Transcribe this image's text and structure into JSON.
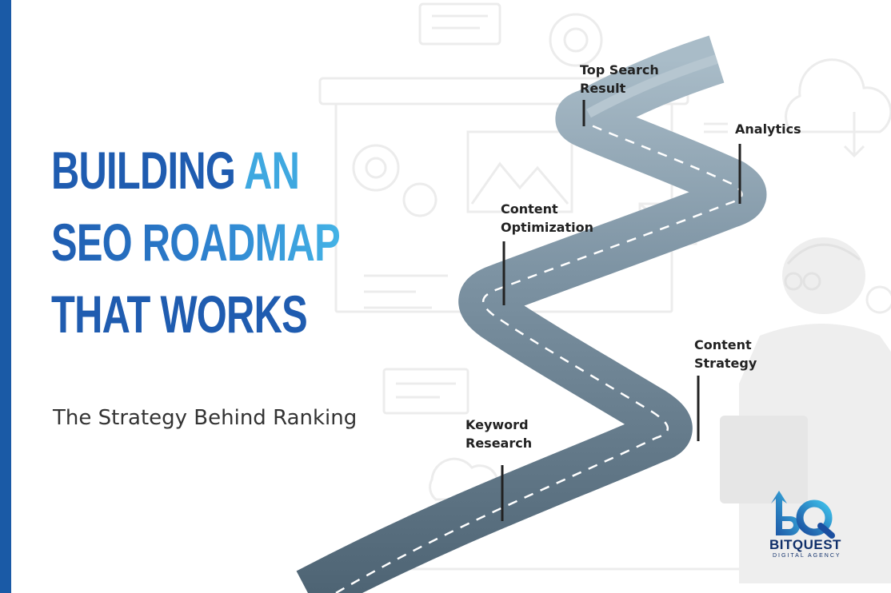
{
  "colors": {
    "brand_dark": "#1f5cb0",
    "brand_light": "#3fa8e0",
    "left_bar": "#1a5aa6",
    "road": "#6d8494",
    "text_dark": "#222222"
  },
  "headline": {
    "line1_part1": "BUILDING",
    "line1_part2": "AN",
    "line2": "SEO ROADMAP",
    "line3": "THAT WORKS"
  },
  "subtitle": "The Strategy Behind Ranking",
  "roadmap": {
    "milestones": [
      {
        "line1": "Keyword",
        "line2": "Research"
      },
      {
        "line1": "Content",
        "line2": "Strategy"
      },
      {
        "line1": "Content",
        "line2": "Optimization"
      },
      {
        "line1": "Analytics",
        "line2": ""
      },
      {
        "line1": "Top Search",
        "line2": "Result"
      }
    ]
  },
  "logo": {
    "name": "BITQUEST",
    "tagline": "DIGITAL AGENCY",
    "icon": "bq-monogram-icon"
  }
}
